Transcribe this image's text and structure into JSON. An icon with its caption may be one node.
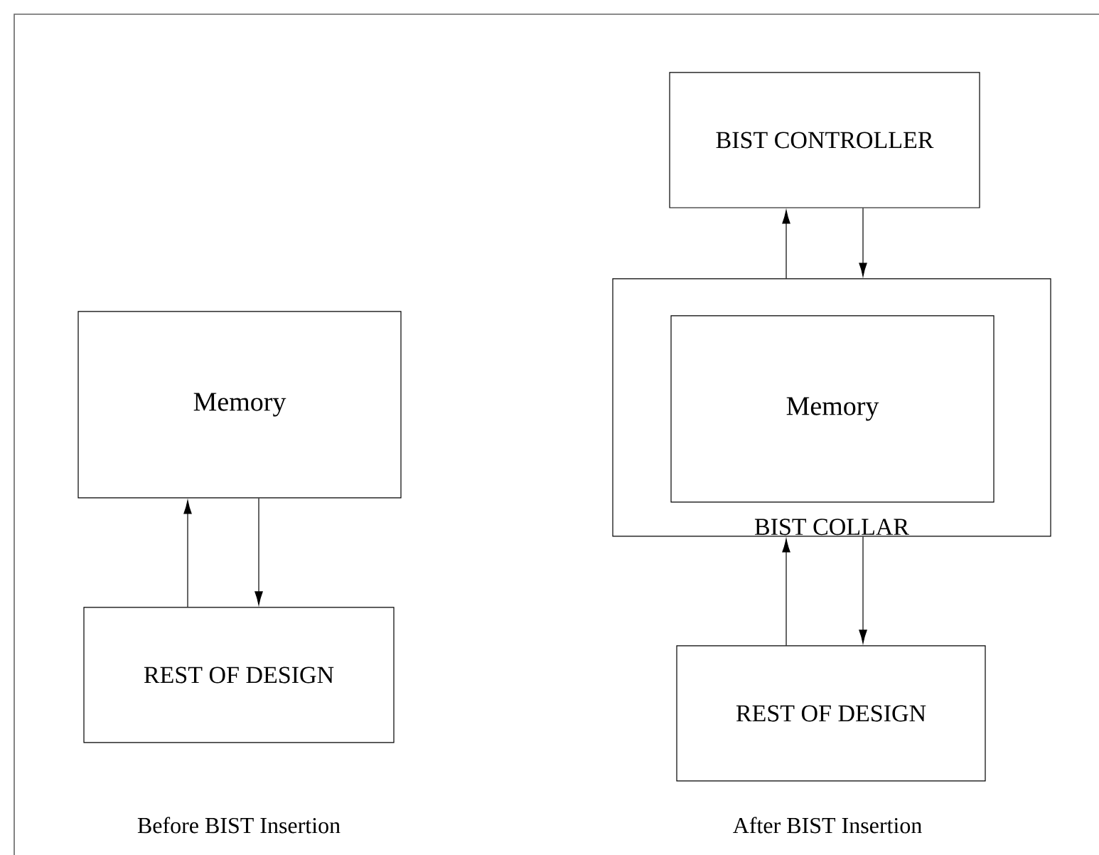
{
  "diagram": {
    "nodes": [
      {
        "text": [
          "Memory"
        ]
      },
      {
        "text": [
          "REST OF DESIGN"
        ]
      },
      {
        "text": [
          "BIST CONTROLLER"
        ]
      },
      {
        "text": [
          "BIST COLLAR"
        ]
      },
      {
        "text": [
          "Memory"
        ],
        "in": 3
      },
      {
        "text": [
          "REST OF DESIGN"
        ]
      }
    ],
    "edges": [
      {
        "from": 1,
        "to": 0,
        "arrow": "to"
      },
      {
        "from": 0,
        "to": 1,
        "arrow": "to"
      },
      {
        "from": 3,
        "to": 2,
        "arrow": "to"
      },
      {
        "from": 2,
        "to": 3,
        "arrow": "to"
      },
      {
        "from": 5,
        "to": 3,
        "arrow": "to"
      },
      {
        "from": 3,
        "to": 5,
        "arrow": "to"
      }
    ],
    "labels": [
      "Before BIST Insertion",
      "After BIST Insertion"
    ]
  }
}
